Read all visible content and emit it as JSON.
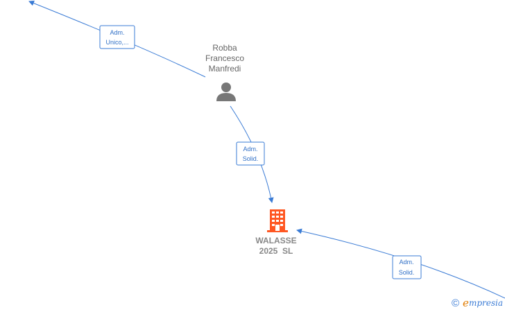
{
  "nodes": {
    "person": {
      "line1": "Robba",
      "line2": "Francesco",
      "line3": "Manfredi",
      "icon": "person-icon"
    },
    "company": {
      "line1": "WALASSE",
      "line2": "2025  SL",
      "icon": "building-icon",
      "icon_color": "#ff5722"
    }
  },
  "edges": [
    {
      "line1": "Adm.",
      "line2": "Unico,..."
    },
    {
      "line1": "Adm.",
      "line2": "Solid."
    },
    {
      "line1": "Adm.",
      "line2": "Solid."
    }
  ],
  "brand": {
    "copyright": "©",
    "e": "e",
    "rest": "mpresia"
  },
  "colors": {
    "edge": "#3a7bd5",
    "person_icon": "#777777",
    "building_icon": "#ff5722"
  }
}
